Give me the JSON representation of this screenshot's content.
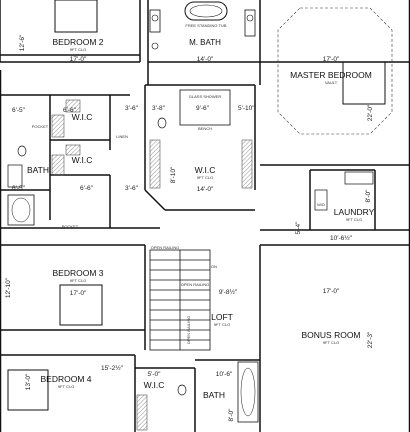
{
  "rooms": {
    "bedroom2": "BEDROOM 2",
    "master_bath": "M. BATH",
    "master_bedroom": "MASTER BEDROOM",
    "wic1": "W.I.C",
    "wic2": "W.I.C",
    "wic_master": "W.I.C",
    "bath": "BATH",
    "laundry": "LAUNDRY",
    "bedroom3": "BEDROOM 3",
    "loft": "LOFT",
    "bonus_room": "BONUS ROOM",
    "bedroom4": "BEDROOM 4",
    "wic4": "W.I.C",
    "bath2": "BATH"
  },
  "dimensions": {
    "bed2_h": "12'-6\"",
    "bed2_w": "17'-0\"",
    "mbath_w": "14'-0\"",
    "master_w": "17'-0\"",
    "master_h": "22'-0\"",
    "d_6_5a": "6'-5\"",
    "d_6_6a": "6'-6\"",
    "d_3_6a": "3'-6\"",
    "d_3_8": "3'-8\"",
    "d_9_6": "9'-6\"",
    "d_5_10": "5'-10\"",
    "d_6_5b": "6'-5\"",
    "d_6_6b": "6'-6\"",
    "d_3_6b": "3'-6\"",
    "wicm_w": "14'-0\"",
    "wicm_h": "8'-10\"",
    "laundry_w": "10'-6½\"",
    "laundry_h": "8'-0\"",
    "d_5_4": "5'-4\"",
    "bed3_h": "12'-10\"",
    "bed3_w": "17'-0\"",
    "loft_w": "9'-8½\"",
    "bonus_w": "17'-0\"",
    "bonus_h": "22'-3\"",
    "bed4_w": "15'-2½\"",
    "bed4_h": "13'-0\"",
    "wic4_w": "5'-0\"",
    "bath2_w": "10'-6\"",
    "d_8_0": "8'-0\""
  },
  "notes": {
    "ceiling": "9FT CLG",
    "open_railing": "OPEN RAILING",
    "open_railing2": "OPEN RAILING",
    "open_railing3": "OPEN RAILING",
    "dn": "DN",
    "freestanding_tub": "FREE STANDING TUB",
    "glass_shower": "GLASS SHOWER",
    "bench": "BENCH",
    "pocket": "POCKET",
    "pocket2": "POCKET",
    "linen": "LINEN",
    "wd": "W/D",
    "vault": "VAULT"
  }
}
